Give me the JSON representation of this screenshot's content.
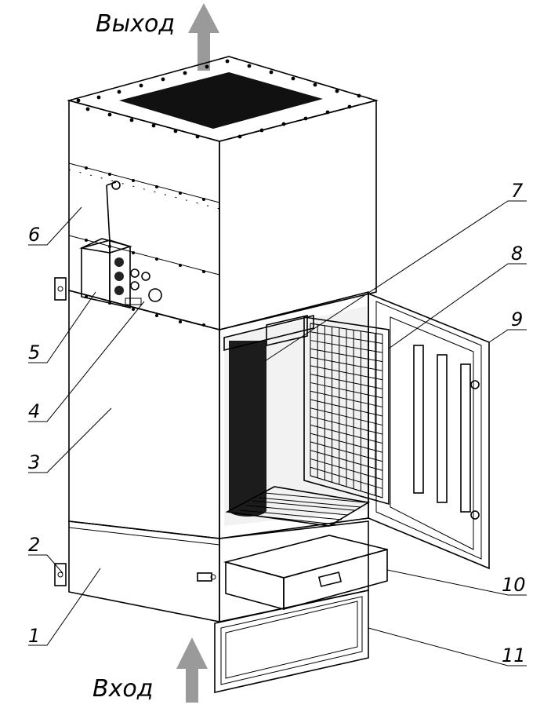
{
  "diagram": {
    "outlet_label": "Выход",
    "inlet_label": "Вход",
    "callouts": [
      "1",
      "2",
      "3",
      "4",
      "5",
      "6",
      "7",
      "8",
      "9",
      "10",
      "11"
    ]
  },
  "colors": {
    "arrow": "#9a9a9a",
    "stroke": "#000000",
    "top_filter": "#111111",
    "cartridge": "#1c1c1c"
  }
}
